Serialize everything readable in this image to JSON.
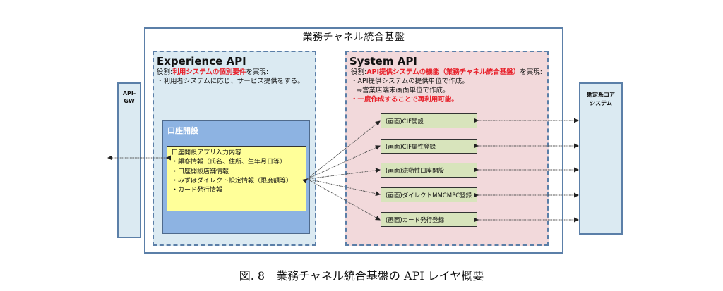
{
  "platform": {
    "title": "業務チャネル統合基盤"
  },
  "api_gw": {
    "label_line1": "API-",
    "label_line2": "GW"
  },
  "core_system": {
    "label_line1": "勘定系コア",
    "label_line2": "システム"
  },
  "experience_api": {
    "heading": "Experience API",
    "role_prefix": "役割:",
    "role_highlight": "利用システムの個別要件",
    "role_suffix": "を実現:",
    "bullets": [
      "・利用者システムに応じ、サービス提供をする。"
    ],
    "account_opening": {
      "title": "口座開設",
      "input": {
        "title": "口座開設アプリ入力内容",
        "items": [
          "・顧客情報（氏名、住所、生年月日等）",
          "・口座開設店舗情報",
          "・みずほダイレクト設定情報（限度額等）",
          "・カード発行情報"
        ]
      }
    }
  },
  "system_api": {
    "heading": "System API",
    "role_prefix": "役割:",
    "role_highlight": "API提供システムの機能（業務チャネル統合基盤）",
    "role_suffix": "を実現:",
    "bullet1": "・API提供システムの提供単位で作成。",
    "bullet2": "⇒営業店端末画面単位で作成。",
    "bullet3_prefix": "・",
    "bullet3_highlight": "一度作成することで再利用可能。",
    "screens": [
      {
        "label": "(画面)CIF開設"
      },
      {
        "label": "(画面)CIF属性登録"
      },
      {
        "label": "(画面)流動性口座開設"
      },
      {
        "label": "(画面)ダイレクトMMCMPC登録"
      },
      {
        "label": "(画面)カード発行登録"
      }
    ]
  },
  "caption": "図. 8　業務チャネル統合基盤の API レイヤ概要",
  "colors": {
    "border_blue": "#5b7fa8",
    "experience_bg": "#dbeaf2",
    "system_bg": "#f2d9db",
    "account_bg": "#8db3e2",
    "input_bg": "#ffff99",
    "screen_bg": "#d8e4bc",
    "highlight_red": "#e8202a"
  }
}
